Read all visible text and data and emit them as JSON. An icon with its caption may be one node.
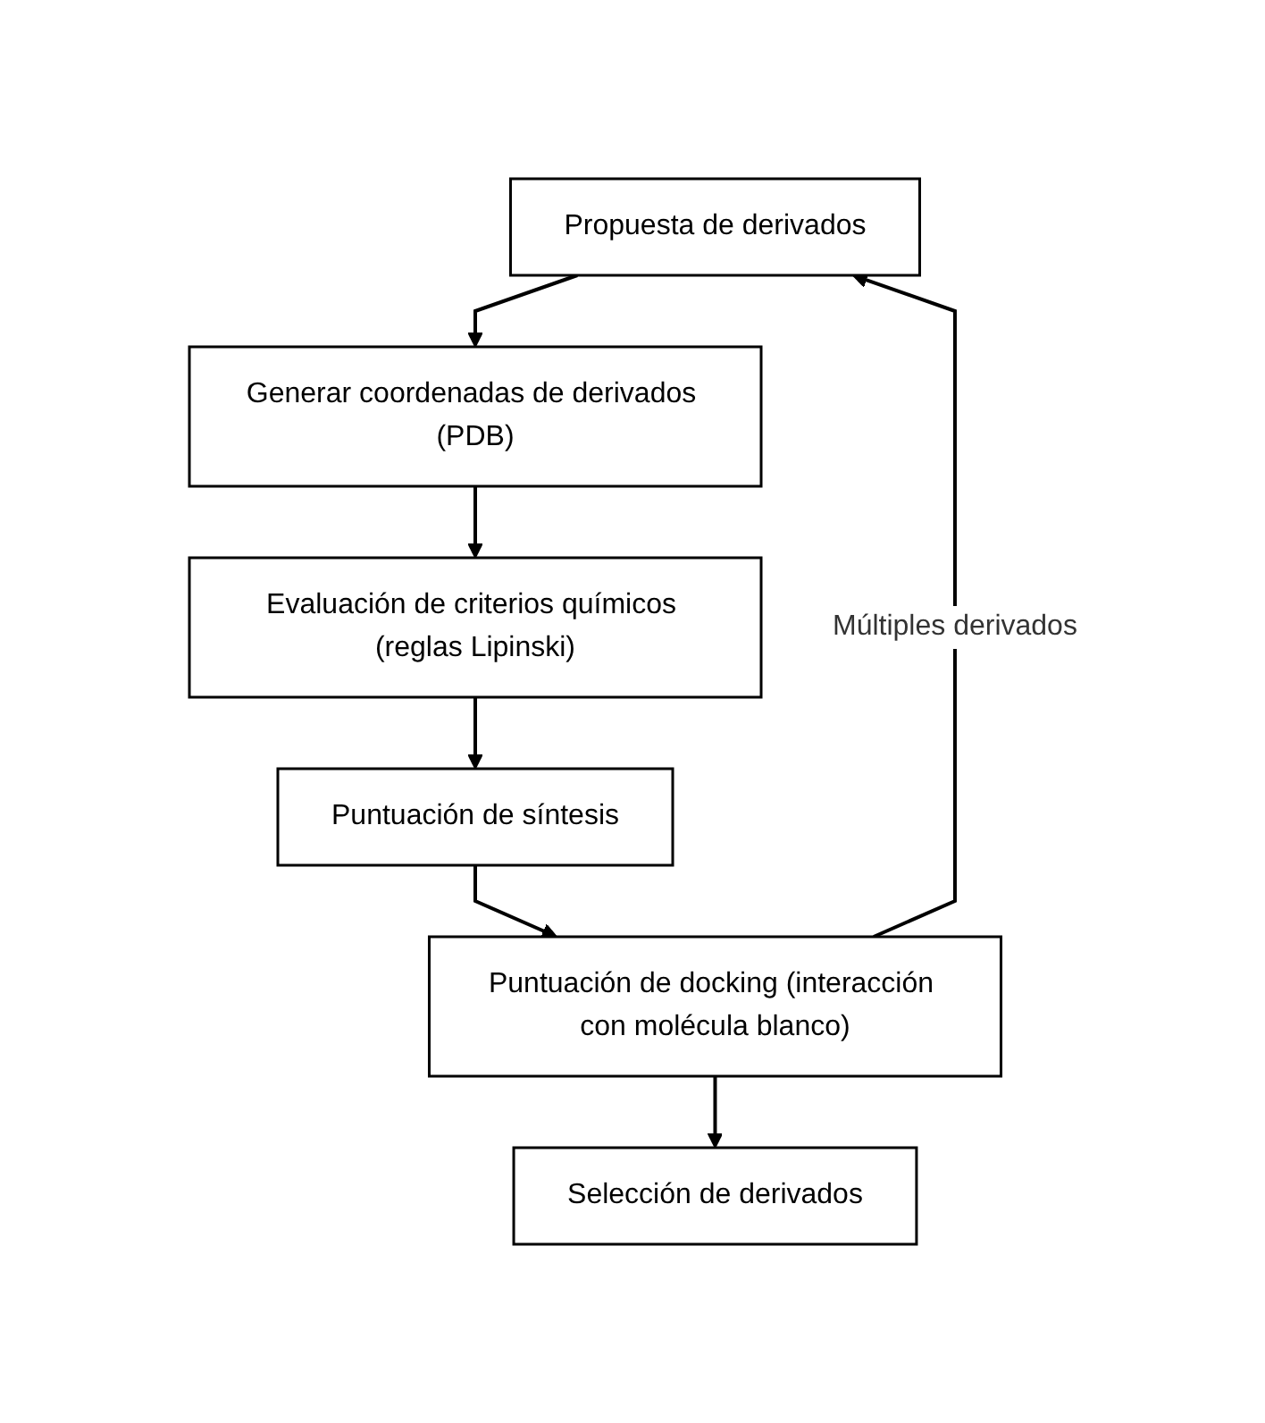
{
  "diagram": {
    "nodes": [
      {
        "text": [
          "Propuesta de derivados"
        ]
      },
      {
        "text": [
          "Generar coordenadas de derivados (PDB)"
        ]
      },
      {
        "text": [
          "Evaluación de criterios químicos (reglas Lipinski)"
        ]
      },
      {
        "text": [
          "Puntuación de síntesis"
        ]
      },
      {
        "text": [
          "Puntuación de docking (interacción con molécula blanco)"
        ]
      },
      {
        "text": [
          "Selección de derivados"
        ]
      }
    ],
    "edges": [
      {
        "from": 0,
        "to": 1,
        "arrow": "to"
      },
      {
        "from": 1,
        "to": 2,
        "arrow": "to"
      },
      {
        "from": 2,
        "to": 3,
        "arrow": "to"
      },
      {
        "from": 3,
        "to": 4,
        "arrow": "to"
      },
      {
        "from": 4,
        "to": 0,
        "arrow": "to",
        "label": "Múltiples derivados"
      },
      {
        "from": 4,
        "to": 5,
        "arrow": "to"
      }
    ]
  }
}
